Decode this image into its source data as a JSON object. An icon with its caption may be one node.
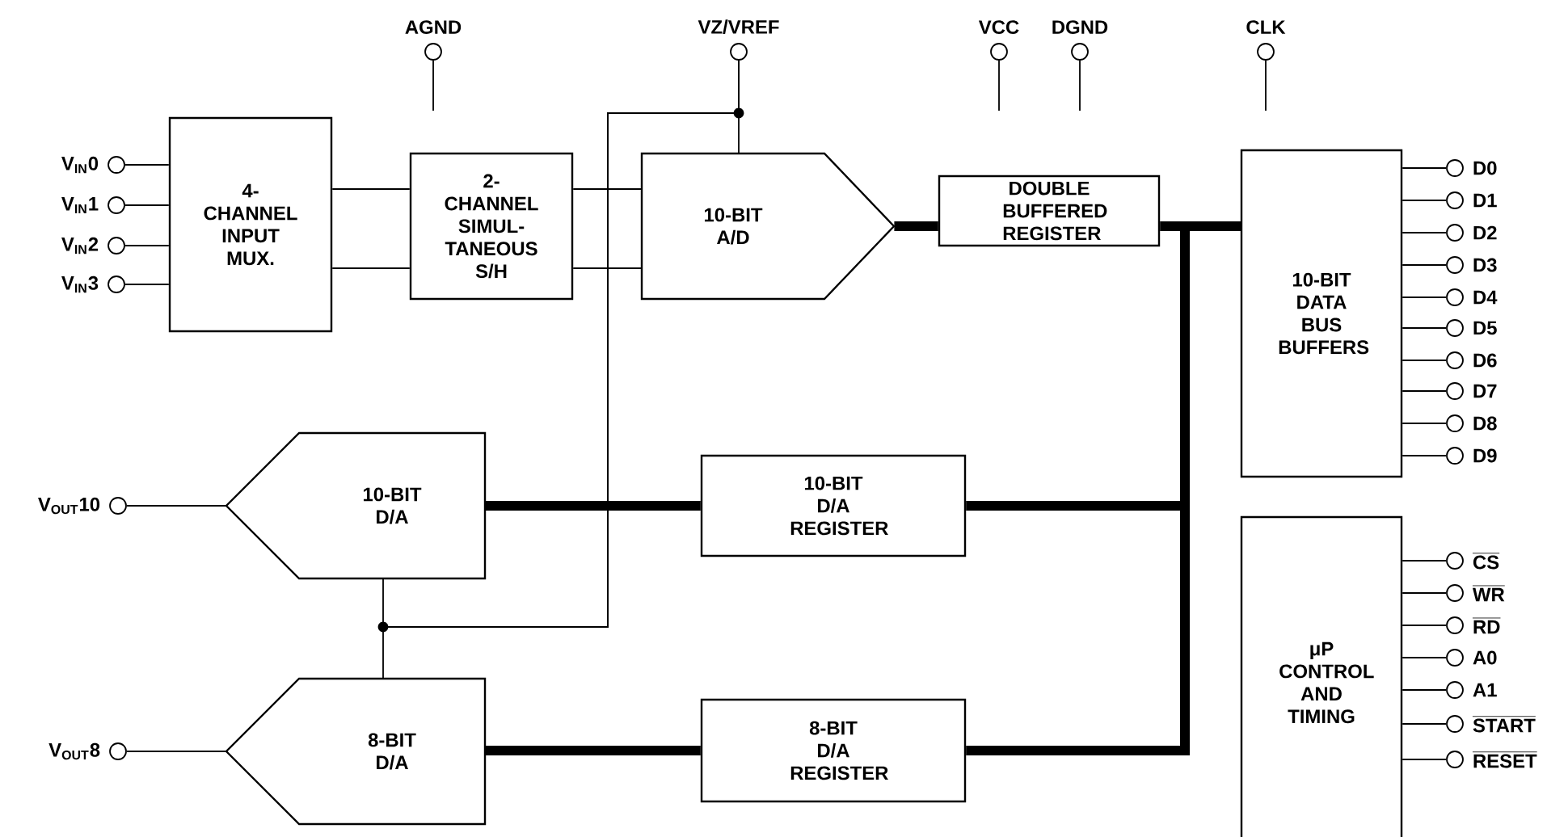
{
  "diagram": {
    "nodes": [
      {
        "text": [
          "AGND"
        ]
      },
      {
        "text": [
          "VZ/VREF"
        ]
      },
      {
        "text": [
          "VCC"
        ]
      },
      {
        "text": [
          "DGND"
        ]
      },
      {
        "text": [
          "CLK"
        ]
      },
      {
        "text": [
          "V$_{IN}$0"
        ]
      },
      {
        "text": [
          "V$_{IN}$1"
        ]
      },
      {
        "text": [
          "V$_{IN}$2"
        ]
      },
      {
        "text": [
          "V$_{IN}$3"
        ]
      },
      {
        "text": [
          "4-CHANNEL INPUT MUX."
        ]
      },
      {
        "text": [
          "2-CHANNEL SIMUL- TANEOUS S/H"
        ]
      },
      {
        "text": [
          "10-BIT A/D"
        ]
      },
      {
        "text": [
          "DOUBLE BUFFERED REGISTER"
        ]
      },
      {
        "text": [
          "10-BIT DATA BUS BUFFERS"
        ]
      },
      {
        "text": [
          "D0"
        ]
      },
      {
        "text": [
          "D1"
        ]
      },
      {
        "text": [
          "D2"
        ]
      },
      {
        "text": [
          "D3"
        ]
      },
      {
        "text": [
          "D4"
        ]
      },
      {
        "text": [
          "D5"
        ]
      },
      {
        "text": [
          "D6"
        ]
      },
      {
        "text": [
          "D7"
        ]
      },
      {
        "text": [
          "D8"
        ]
      },
      {
        "text": [
          "D9"
        ]
      },
      {
        "text": [
          "V$_{OUT}$10"
        ]
      },
      {
        "text": [
          "10-BIT D/A"
        ]
      },
      {
        "text": [
          "10-BIT D/A REGISTER"
        ]
      },
      {
        "text": [
          "μP CONTROL AND TIMING"
        ]
      },
      {
        "text": [
          "CS"
        ]
      },
      {
        "text": [
          "WR"
        ]
      },
      {
        "text": [
          "RD"
        ]
      },
      {
        "text": [
          "A0"
        ]
      },
      {
        "text": [
          "A1"
        ]
      },
      {
        "text": [
          "START"
        ]
      },
      {
        "text": [
          "RESET"
        ]
      },
      {
        "text": [
          "V$_{OUT}$8"
        ]
      },
      {
        "text": [
          "8-BIT D/A"
        ]
      },
      {
        "text": [
          "8-BIT D/A REGISTER"
        ]
      }
    ],
    "edges": [
      {
        "from": 0,
        "to": null,
        "arrow": "none"
      },
      {
        "from": 2,
        "to": null,
        "arrow": "none"
      },
      {
        "from": 3,
        "to": null,
        "arrow": "none"
      },
      {
        "from": 4,
        "to": null,
        "arrow": "none"
      },
      {
        "from": 1,
        "to": 11,
        "arrow": "none"
      },
      {
        "from": 1,
        "to": 25,
        "arrow": "none"
      },
      {
        "from": 1,
        "to": 36,
        "arrow": "none"
      },
      {
        "from": 5,
        "to": 9,
        "arrow": "none"
      },
      {
        "from": 6,
        "to": 9,
        "arrow": "none"
      },
      {
        "from": 7,
        "to": 9,
        "arrow": "none"
      },
      {
        "from": 8,
        "to": 9,
        "arrow": "none"
      },
      {
        "from": 9,
        "to": 10,
        "arrow": "none"
      },
      {
        "from": 9,
        "to": 10,
        "arrow": "none"
      },
      {
        "from": 10,
        "to": 11,
        "arrow": "none"
      },
      {
        "from": 10,
        "to": 11,
        "arrow": "none"
      },
      {
        "from": 11,
        "to": 12,
        "arrow": "none",
        "style": "thick"
      },
      {
        "from": 12,
        "to": 13,
        "arrow": "none",
        "style": "thick"
      },
      {
        "from": 13,
        "to": 26,
        "arrow": "none",
        "style": "thick"
      },
      {
        "from": 13,
        "to": 37,
        "arrow": "none",
        "style": "thick"
      },
      {
        "from": 26,
        "to": 25,
        "arrow": "none",
        "style": "thick"
      },
      {
        "from": 37,
        "to": 36,
        "arrow": "none",
        "style": "thick"
      },
      {
        "from": 13,
        "to": 14,
        "arrow": "none"
      },
      {
        "from": 13,
        "to": 15,
        "arrow": "none"
      },
      {
        "from": 13,
        "to": 16,
        "arrow": "none"
      },
      {
        "from": 13,
        "to": 17,
        "arrow": "none"
      },
      {
        "from": 13,
        "to": 18,
        "arrow": "none"
      },
      {
        "from": 13,
        "to": 19,
        "arrow": "none"
      },
      {
        "from": 13,
        "to": 20,
        "arrow": "none"
      },
      {
        "from": 13,
        "to": 21,
        "arrow": "none"
      },
      {
        "from": 13,
        "to": 22,
        "arrow": "none"
      },
      {
        "from": 13,
        "to": 23,
        "arrow": "none"
      },
      {
        "from": 25,
        "to": 24,
        "arrow": "none"
      },
      {
        "from": 36,
        "to": 35,
        "arrow": "none"
      },
      {
        "from": 27,
        "to": 28,
        "arrow": "none"
      },
      {
        "from": 27,
        "to": 29,
        "arrow": "none"
      },
      {
        "from": 27,
        "to": 30,
        "arrow": "none"
      },
      {
        "from": 27,
        "to": 31,
        "arrow": "none"
      },
      {
        "from": 27,
        "to": 32,
        "arrow": "none"
      },
      {
        "from": 27,
        "to": 33,
        "arrow": "none"
      },
      {
        "from": 27,
        "to": 34,
        "arrow": "none"
      }
    ]
  }
}
